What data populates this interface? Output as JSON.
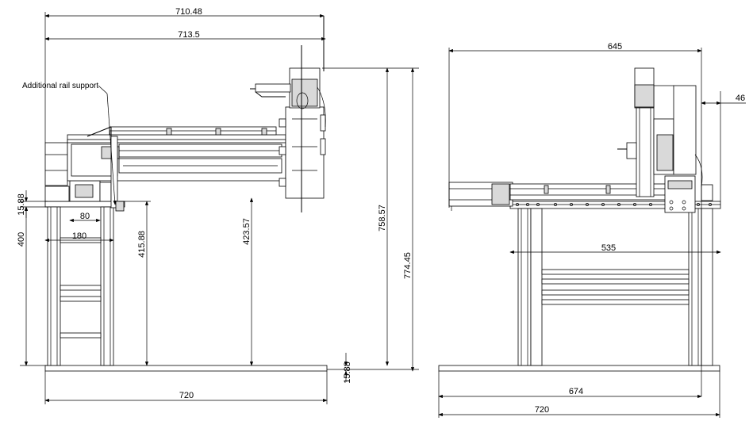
{
  "annotation": "Additional rail support",
  "side_view": {
    "dim_top": "710.48",
    "dim_second": "713.5",
    "dim_left_small": "15.88",
    "dim_left_height": "400",
    "dim_80": "80",
    "dim_180": "180",
    "dim_41588": "415.88",
    "dim_42357": "423.57",
    "dim_75857": "758.57",
    "dim_77445": "774.45",
    "dim_base_small": "15.88",
    "dim_bottom": "720"
  },
  "front_view": {
    "dim_645": "645",
    "dim_46": "46",
    "dim_535": "535",
    "dim_674": "674",
    "dim_720": "720"
  }
}
